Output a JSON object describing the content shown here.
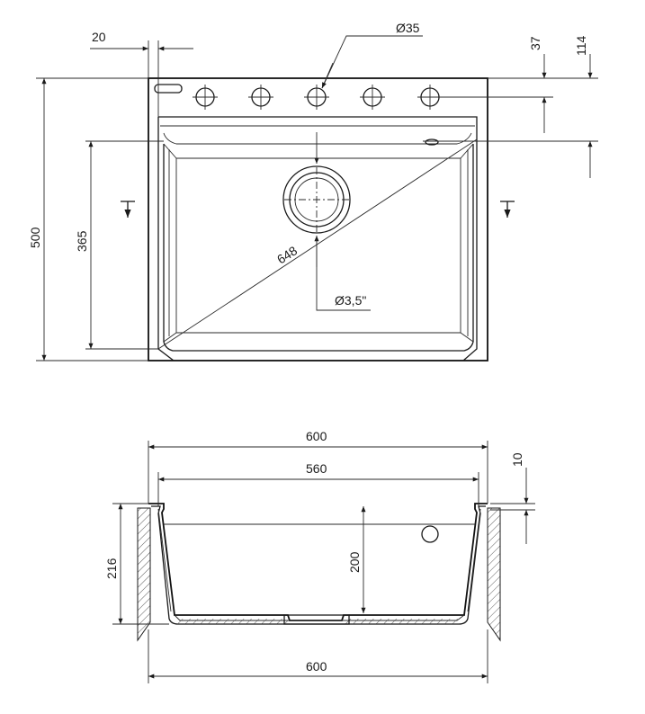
{
  "top_view": {
    "dimensions": {
      "overall_depth": "500",
      "bowl_depth": "365",
      "tap_hole_offset": "20",
      "tap_hole_diameter": "Ø35",
      "tap_row_distance": "37",
      "bowl_front_distance": "114",
      "diagonal": "648",
      "drain_size": "Ø3,5\""
    },
    "tap_hole_count": 5
  },
  "section_view": {
    "dimensions": {
      "overall_width_top": "600",
      "bowl_width": "560",
      "rim_thickness": "10",
      "total_height": "216",
      "bowl_height": "200",
      "overall_width_bottom": "600"
    }
  },
  "colors": {
    "line": "#1a1a1a",
    "background": "#ffffff"
  }
}
